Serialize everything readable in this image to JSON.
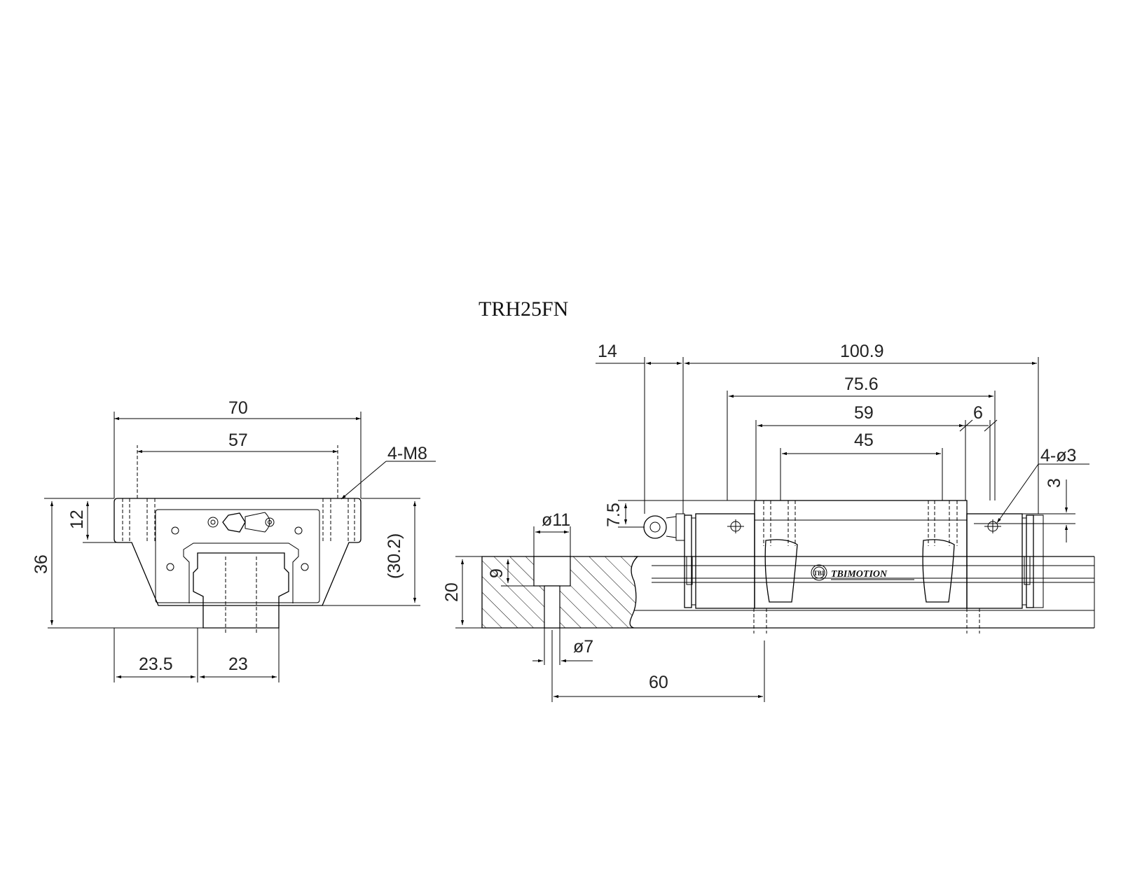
{
  "title": "TRH25FN",
  "brand": "TBIMOTION",
  "brand_mark": "TBI",
  "front_view": {
    "width_overall": "70",
    "hole_pitch": "57",
    "thread": "4-M8",
    "thread_depth": "12",
    "height_overall": "36",
    "block_height": "(30.2)",
    "rail_offset": "23.5",
    "rail_width": "23"
  },
  "side_view": {
    "grease_nipple": "14",
    "length_overall": "100.9",
    "body_length": "75.6",
    "hole_pitch_outer": "59",
    "hole_pitch_inner": "45",
    "seal_offset": "6",
    "lube_holes": "4-ø3",
    "lube_depth": "3",
    "nipple_height": "7.5",
    "counterbore_dia": "ø11",
    "counterbore_depth": "9",
    "rail_height": "20",
    "bolt_hole_dia": "ø7",
    "rail_pitch": "60"
  }
}
